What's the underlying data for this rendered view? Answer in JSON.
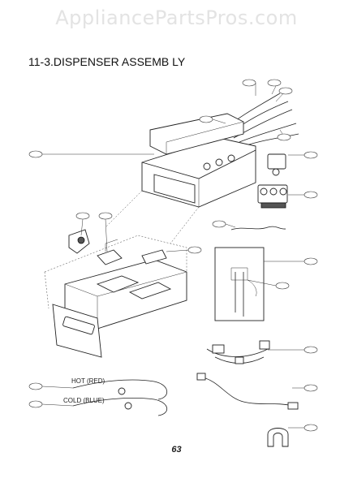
{
  "watermark": "AppliancePartsPros.com",
  "title": "11-3.DISPENSER ASSEMB LY",
  "page_number": "63",
  "labels": {
    "hot": "HOT (RED)",
    "cold": "COLD (BLUE)"
  },
  "callouts": [
    {
      "id": "c-f220-top"
    },
    {
      "id": "c-f230a"
    },
    {
      "id": "c-f230b"
    },
    {
      "id": "c-f480"
    },
    {
      "id": "c-f310"
    },
    {
      "id": "c-f200"
    },
    {
      "id": "c-f170"
    },
    {
      "id": "c-f160"
    },
    {
      "id": "c-f237"
    },
    {
      "id": "c-f236"
    },
    {
      "id": "c-f269"
    },
    {
      "id": "c-f220"
    },
    {
      "id": "c-f430"
    },
    {
      "id": "c-f440"
    },
    {
      "id": "c-f120"
    },
    {
      "id": "c-f130"
    },
    {
      "id": "c-f070"
    },
    {
      "id": "c-f075"
    },
    {
      "id": "c-f100"
    }
  ]
}
